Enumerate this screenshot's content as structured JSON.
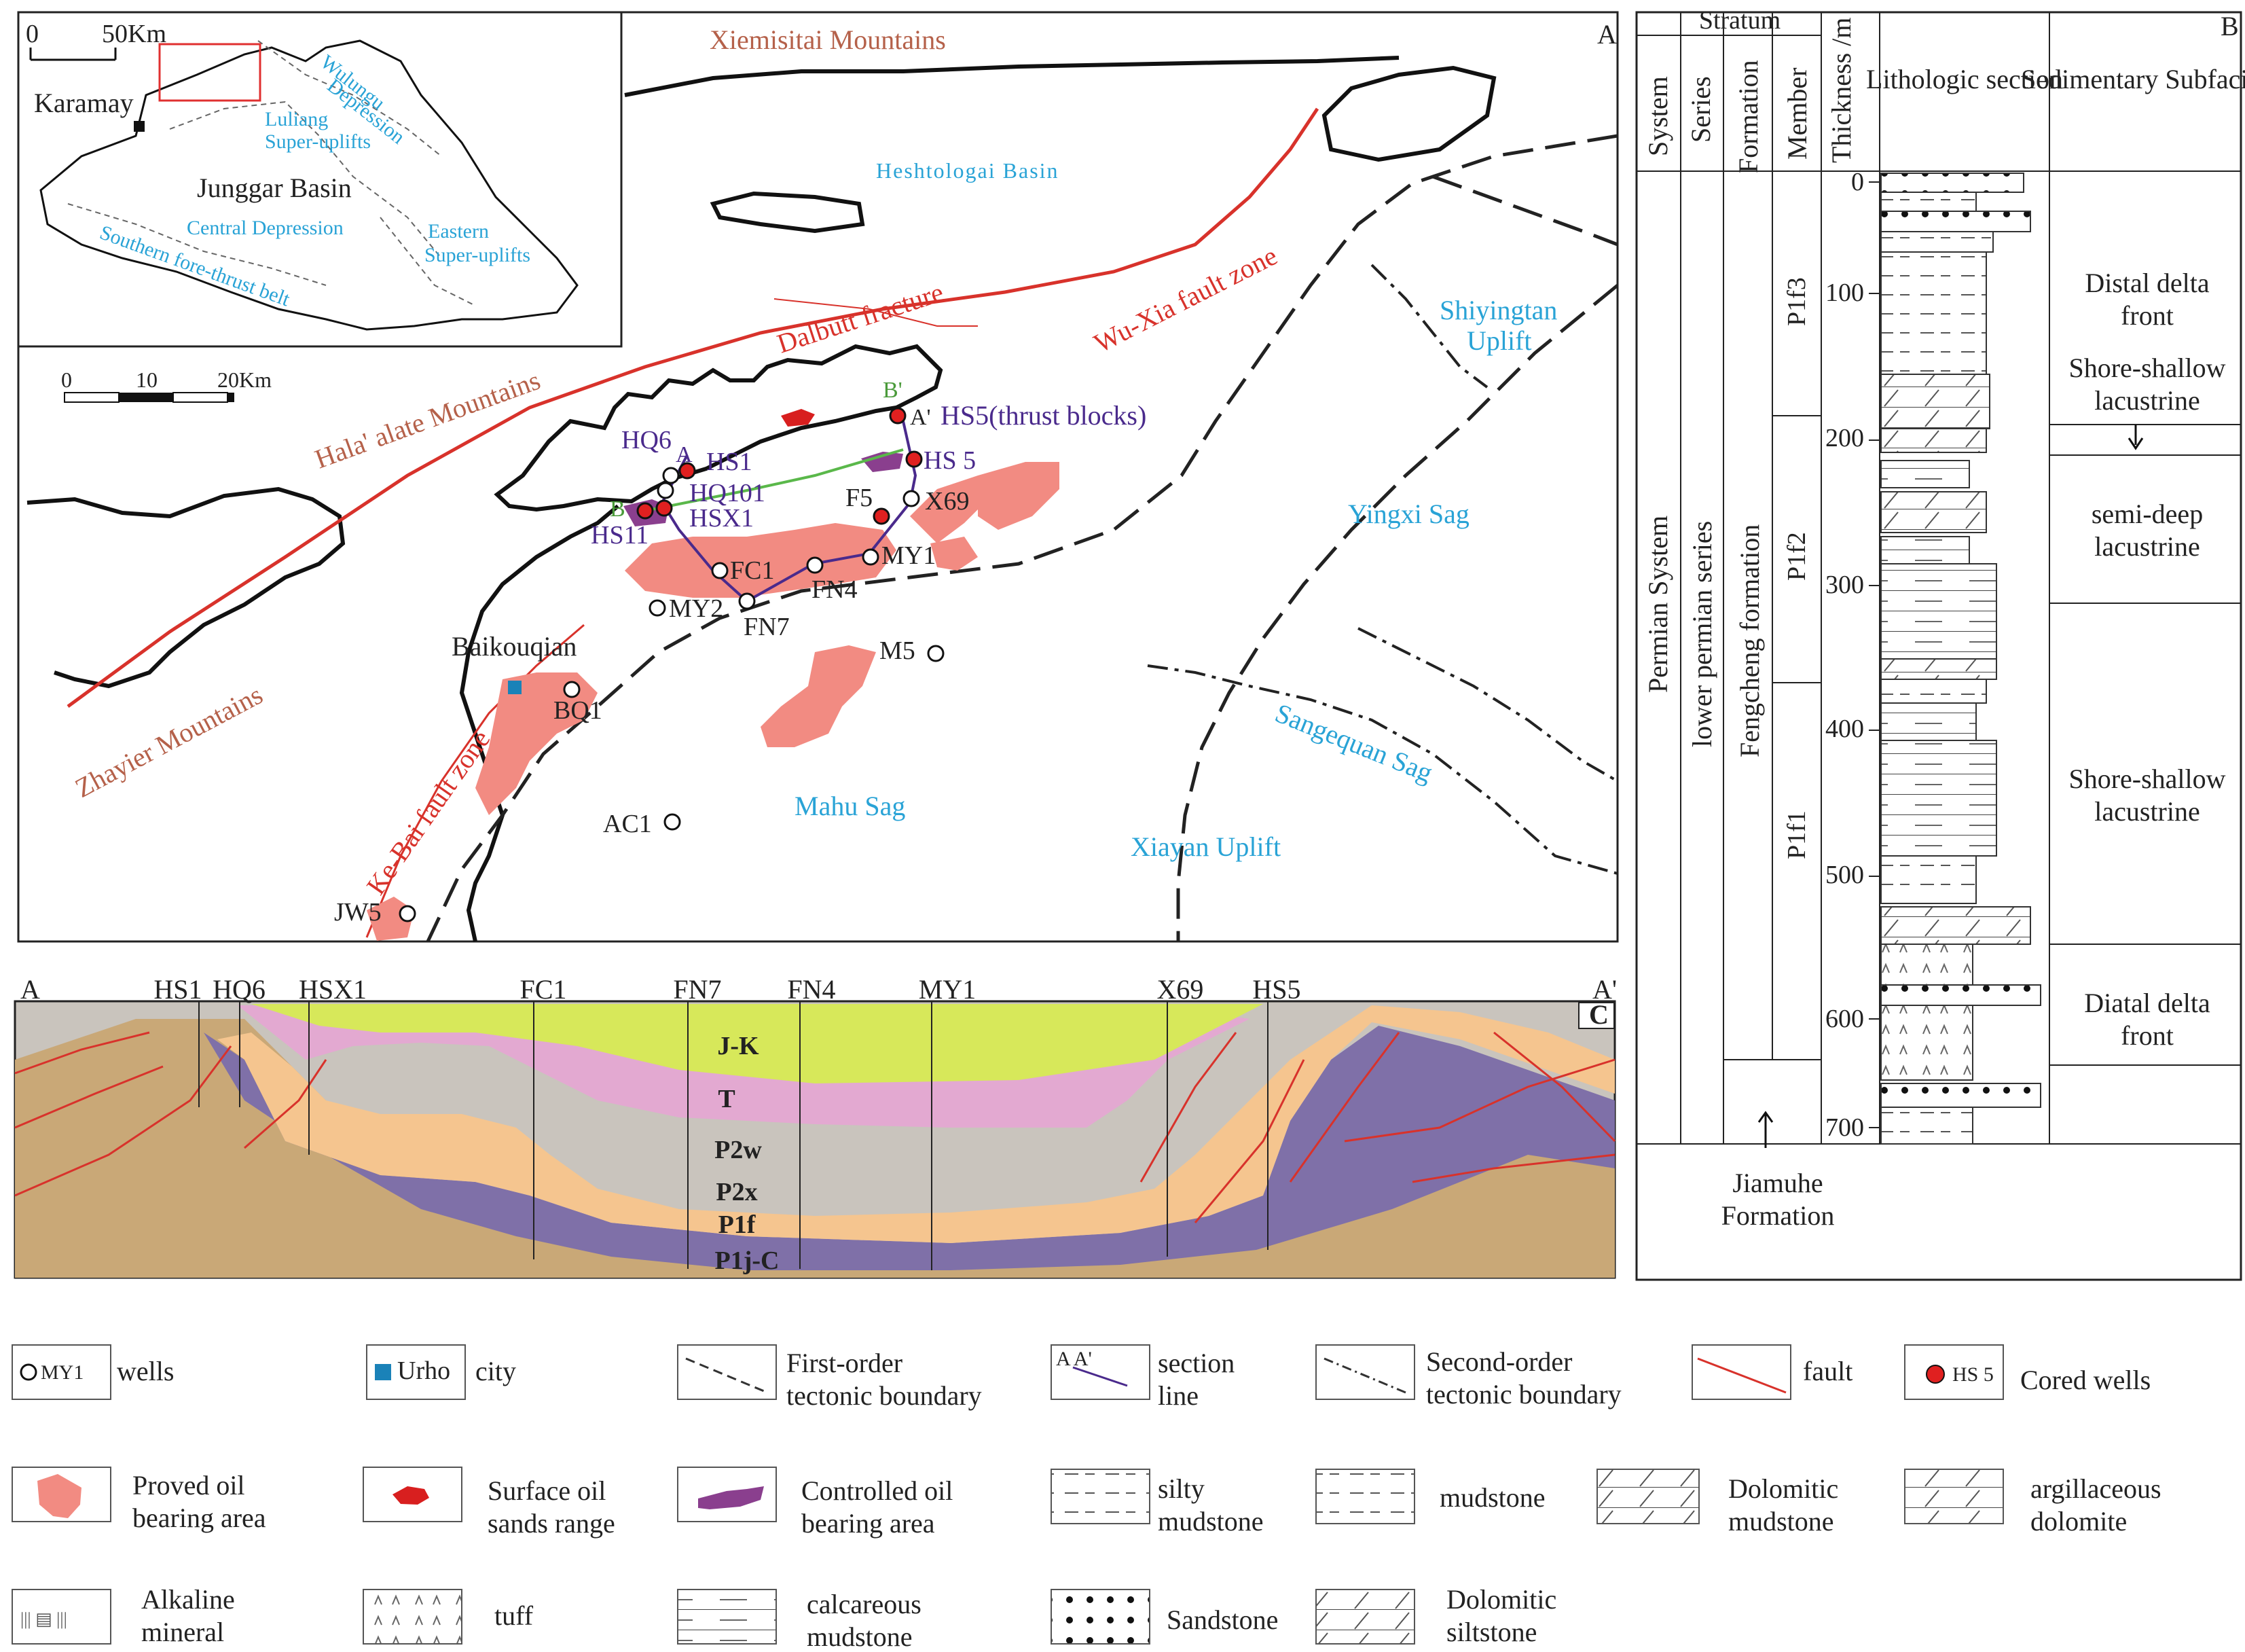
{
  "panel_letters": {
    "a": "A",
    "b": "B",
    "c": "C"
  },
  "inset": {
    "scale_zero": "0",
    "scale_len": "50Km",
    "city": "Karamay",
    "basin": "Junggar Basin",
    "units": [
      "Luliang",
      "Super-uplifts",
      "Wulungu",
      "Depression",
      "Central Depression",
      "Eastern",
      "Super-uplifts",
      "Southern fore-thrust belt"
    ]
  },
  "map": {
    "scale": [
      "0",
      "10",
      "20Km"
    ],
    "mountains": [
      "Xiemisitai Mountains",
      "Hala' alate Mountains",
      "Zhayier Mountains"
    ],
    "basin_label": "Heshtologai Basin",
    "faults": [
      "Dalbutt fracture",
      "Wu-Xia fault zone",
      "Ke-Bai fault zone"
    ],
    "units": [
      "Shiyingtan",
      "Uplift",
      "Yingxi Sag",
      "Sangequan Sag",
      "Mahu Sag",
      "Xiayan Uplift"
    ],
    "city": "Baikouqian",
    "section_labels": [
      "A",
      "A'",
      "B",
      "B'"
    ],
    "thrust_note": "HS5(thrust blocks)",
    "wells": {
      "HQ6": "HQ6",
      "HS1": "HS1",
      "HQ101": "HQ101",
      "HSX1": "HSX1",
      "HS11": "HS11",
      "HS5": "HS 5",
      "F5": "F5",
      "X69": "X69",
      "MY1": "MY1",
      "FC1": "FC1",
      "FN4": "FN4",
      "MY2": "MY2",
      "FN7": "FN7",
      "M5": "M5",
      "BQ1": "BQ1",
      "AC1": "AC1",
      "JW5": "JW5"
    }
  },
  "column": {
    "stratum": "Stratum",
    "headers": [
      "System",
      "Series",
      "Formation",
      "Member",
      "Thickness /m",
      "Lithologic section",
      "Sedimentary Subfacies"
    ],
    "system": "Permian System",
    "series": "lower permian series",
    "formation": "Fengcheng formation",
    "members": [
      "P1f3",
      "P1f2",
      "P1f1"
    ],
    "depths": [
      "0",
      "100",
      "200",
      "300",
      "400",
      "500",
      "600",
      "700"
    ],
    "facies": [
      "Distal delta front",
      "Shore-shallow lacustrine",
      "semi-deep lacustrine",
      "Shore-shallow lacustrine",
      "Diatal delta front"
    ],
    "base": "Jiamuhe Formation"
  },
  "section": {
    "ends": [
      "A",
      "A'"
    ],
    "wells": [
      "HS1",
      "HQ6",
      "HSX1",
      "FC1",
      "FN7",
      "FN4",
      "MY1",
      "X69",
      "HS5"
    ],
    "layers": [
      "J-K",
      "T",
      "P2w",
      "P2x",
      "P1f",
      "P1j-C"
    ]
  },
  "legend": [
    {
      "symbol": "MY1",
      "label": "wells"
    },
    {
      "symbol": "Urho",
      "label": "city"
    },
    {
      "label": "First-order tectonic boundary"
    },
    {
      "symbol": "A A'",
      "label": "section line"
    },
    {
      "label": "Second-order tectonic boundary"
    },
    {
      "label": "fault"
    },
    {
      "symbol": "HS 5",
      "label": "Cored wells"
    },
    {
      "label": "Proved oil bearing area"
    },
    {
      "label": "Surface oil sands range"
    },
    {
      "label": "Controlled oil bearing area"
    },
    {
      "label": "silty mudstone"
    },
    {
      "label": "mudstone"
    },
    {
      "label": "Dolomitic mudstone"
    },
    {
      "label": "argillaceous dolomite"
    },
    {
      "label": "Alkaline mineral"
    },
    {
      "label": "tuff"
    },
    {
      "label": "calcareous mudstone"
    },
    {
      "label": "Sandstone"
    },
    {
      "label": "Dolomitic siltstone"
    }
  ],
  "colors": {
    "fault": "#d8322b",
    "oil": "#f28b82",
    "controlled": "#8a3f8e",
    "cored": "#e02020",
    "unit_label": "#29a3d6",
    "mountain_label": "#b5614a",
    "well_label": "#4a2a8c",
    "jk": "#d7e85a",
    "t": "#e3a9d1",
    "p2": "#f5c58f",
    "p1f": "#7f70a8",
    "p1j": "#c9a877"
  }
}
